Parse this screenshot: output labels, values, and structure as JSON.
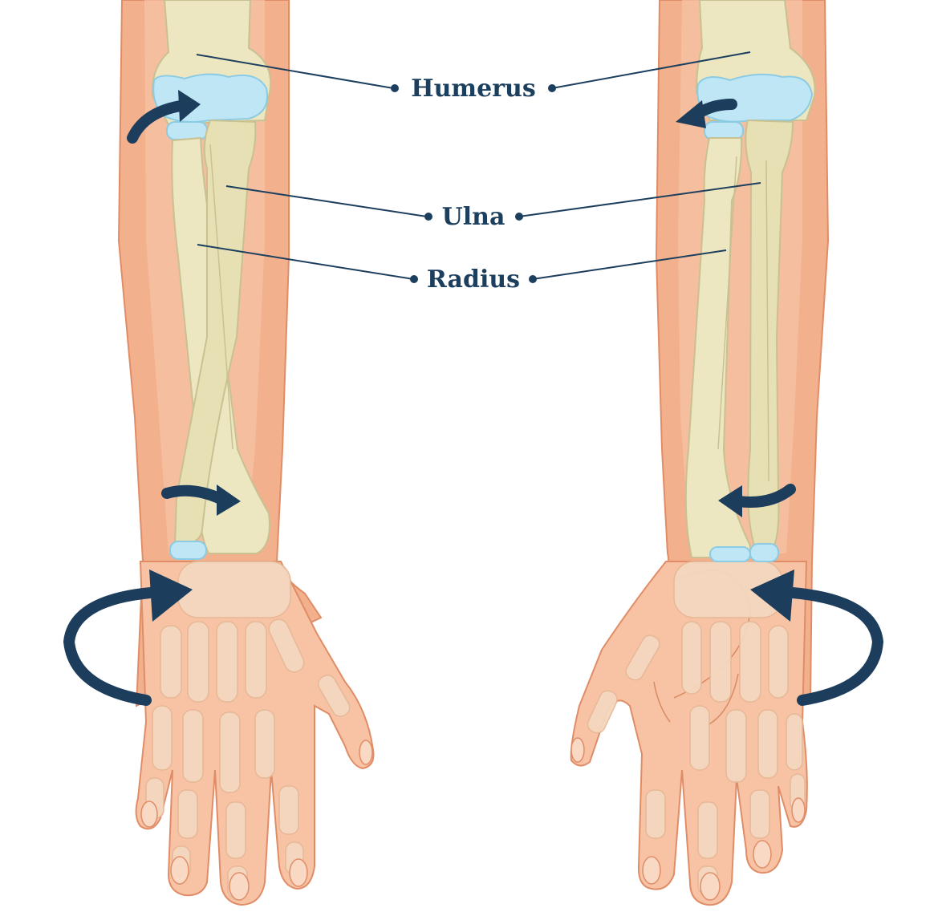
{
  "labels": {
    "humerus": "Humerus",
    "ulna": "Ulna",
    "radius": "Radius"
  },
  "colors": {
    "skin": "#f2b08c",
    "skin_light": "#f7cdb3",
    "skin_outline": "#e08d67",
    "bone": "#ece7c0",
    "bone_outline": "#c9c192",
    "cartilage": "#bfe6f5",
    "cartilage_outline": "#8ccbe4",
    "label_text": "#1d3f5e",
    "arrow": "#1c3d5c"
  }
}
